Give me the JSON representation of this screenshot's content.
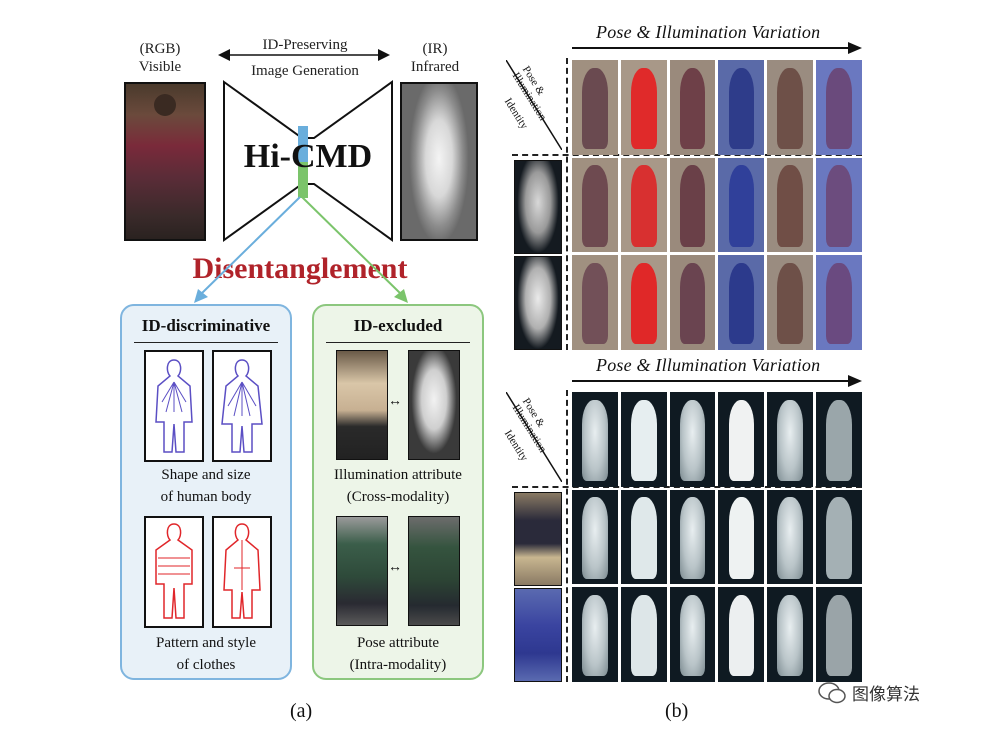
{
  "left": {
    "rgb_label_1": "(RGB)",
    "rgb_label_2": "Visible",
    "ir_label_1": "(IR)",
    "ir_label_2": "Infrared",
    "gen_label_1": "ID-Preserving",
    "gen_label_2": "Image Generation",
    "model_name": "Hi-CMD",
    "disentangle": "Disentanglement",
    "id_disc": {
      "title": "ID-discriminative",
      "shape_1": "Shape and size",
      "shape_2": "of human body",
      "pattern_1": "Pattern and style",
      "pattern_2": "of clothes"
    },
    "id_excl": {
      "title": "ID-excluded",
      "illum_1": "Illumination attribute",
      "illum_2": "(Cross-modality)",
      "pose_1": "Pose attribute",
      "pose_2": "(Intra-modality)"
    },
    "caption": "(a)"
  },
  "right": {
    "axis_title_top": "Pose & Illumination Variation",
    "axis_title_bottom": "Pose & Illumination Variation",
    "diag_1": "Pose &",
    "diag_2": "Illumination",
    "diag_3": "Identity",
    "caption": "(b)"
  },
  "watermark": "图像算法",
  "colors": {
    "blue_accent": "#6aaedc",
    "green_accent": "#7bc46b",
    "red_title": "#b0232a",
    "shape_purple": "#5b4fc4",
    "pattern_red": "#e0262a"
  }
}
